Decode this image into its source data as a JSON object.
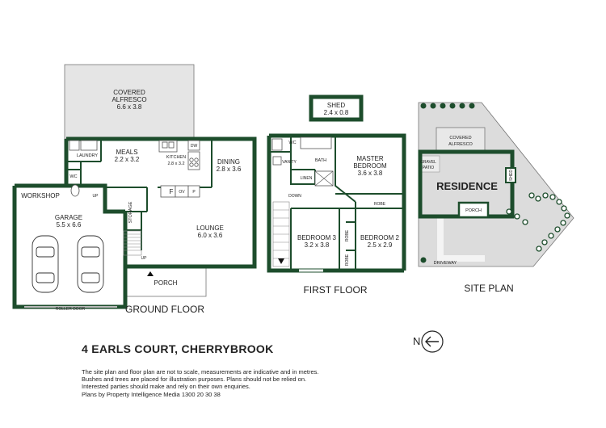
{
  "address": "4 EARLS COURT, CHERRYBROOK",
  "disclaimer": [
    "The site plan and floor plan are not to scale, measurements are indicative and in metres.",
    "Bushes and trees are placed for illustration purposes. Plans should not be relied on.",
    "Interested parties should make and rely on their own enquiries.",
    "Plans by Property Intelligence Media 1300 20 30 38"
  ],
  "compass": {
    "label": "N"
  },
  "ground_floor": {
    "title": "GROUND FLOOR",
    "covered_alfresco": {
      "name": "COVERED ALFRESCO",
      "line1": "COVERED",
      "line2": "ALFRESCO",
      "size": "6.6 x 3.8"
    },
    "laundry": "LAUNDRY",
    "wc": "WC",
    "meals": {
      "name": "MEALS",
      "size": "2.2 x 3.2"
    },
    "kitchen": {
      "name": "KITCHEN",
      "size": "2.8 x 3.2"
    },
    "dining": {
      "name": "DINING",
      "size": "2.8 x 3.6"
    },
    "workshop": "WORKSHOP",
    "garage": {
      "name": "GARAGE",
      "size": "5.5 x 6.6"
    },
    "lounge": {
      "name": "LOUNGE",
      "size": "6.0 x 3.6"
    },
    "storage": "STORAGE",
    "porch": "PORCH",
    "roller_door": "ROLLER DOOR",
    "dw": "DW",
    "f": "F",
    "ov": "OV",
    "p": "P",
    "up": "UP"
  },
  "first_floor": {
    "title": "FIRST FLOOR",
    "shed": {
      "name": "SHED",
      "size": "2.4 x 0.8"
    },
    "wc": "WC",
    "vanity": "VANITY",
    "bath": "BATH",
    "linen": "LINEN",
    "master_bedroom": {
      "line1": "MASTER",
      "line2": "BEDROOM",
      "size": "3.6 x 3.8"
    },
    "robe": "ROBE",
    "down": "DOWN",
    "bedroom3": {
      "name": "BEDROOM 3",
      "size": "3.2 x 3.8"
    },
    "bedroom2": {
      "name": "BEDROOM 2",
      "size": "2.5 x 2.9"
    }
  },
  "site_plan": {
    "title": "SITE PLAN",
    "residence": "RESIDENCE",
    "covered_alfresco": {
      "line1": "COVERED",
      "line2": "ALFRESCO"
    },
    "gravel_patio": {
      "line1": "GRAVEL",
      "line2": "PATIO"
    },
    "shed": "SHED",
    "porch": "PORCH",
    "driveway": "DRIVEWAY"
  },
  "colors": {
    "wall": "#1d4d2c",
    "covered_area": "#e5e5e5",
    "site_lot": "#dcdcdc"
  }
}
